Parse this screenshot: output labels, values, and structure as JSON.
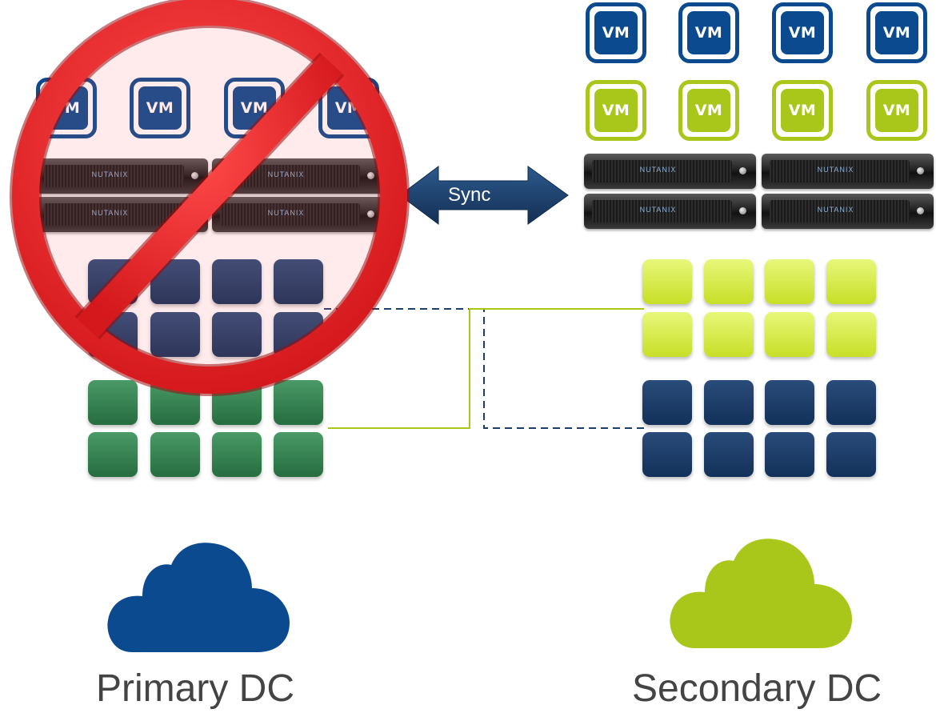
{
  "primary": {
    "label": "Primary DC",
    "vm_label": "VM",
    "server_brand": "NUTANIX",
    "status": "unavailable",
    "cloud_color": "#0b4a8f",
    "tile_groups": [
      {
        "color": "#12315a",
        "name": "primary-data"
      },
      {
        "color": "#266d40",
        "name": "secondary-replica"
      }
    ]
  },
  "secondary": {
    "label": "Secondary DC",
    "vm_label": "VM",
    "server_brand": "NUTANIX",
    "cloud_color": "#a9c71b",
    "tile_groups": [
      {
        "color": "#c7df27",
        "name": "secondary-data"
      },
      {
        "color": "#12315a",
        "name": "primary-replica"
      }
    ]
  },
  "sync": {
    "label": "Sync",
    "color": "#1c3e6b"
  },
  "colors": {
    "navy": "#0b4a8f",
    "lime": "#a9c71b",
    "prohibit_red": "#e5262b"
  }
}
